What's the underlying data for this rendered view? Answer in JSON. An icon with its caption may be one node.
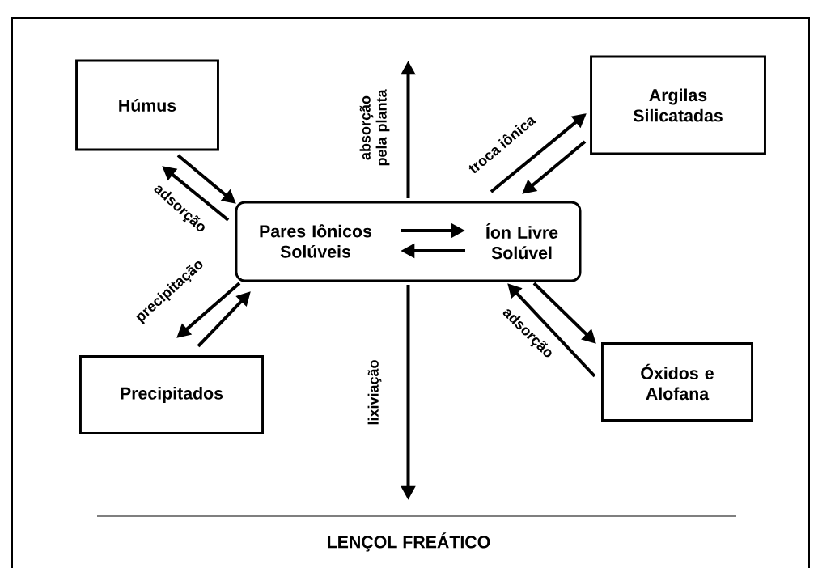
{
  "diagram": {
    "nodes": [
      {
        "text": [],
        "shape": "box"
      },
      {
        "text": [
          "Pares Iônicos Solúveis"
        ],
        "in": 0
      },
      {
        "text": [
          "Íon Livre Solúvel"
        ],
        "in": 0
      },
      {
        "text": [
          "Húmus"
        ]
      },
      {
        "text": [
          "Argilas Silicatadas"
        ]
      },
      {
        "text": [
          "Precipitados"
        ]
      },
      {
        "text": [
          "Óxidos e Alofana"
        ]
      }
    ],
    "edges": [
      {
        "from": 1,
        "to": 2,
        "arrow": "to"
      },
      {
        "from": 2,
        "to": 1,
        "arrow": "to"
      },
      {
        "from": 0,
        "to": 3,
        "arrow": "to",
        "label": "adsorção"
      },
      {
        "from": 3,
        "to": 0,
        "arrow": "to"
      },
      {
        "from": 0,
        "to": 4,
        "arrow": "to",
        "label": "troca iônica"
      },
      {
        "from": 4,
        "to": 0,
        "arrow": "to"
      },
      {
        "from": 0,
        "to": 5,
        "arrow": "to",
        "label": "precipitação"
      },
      {
        "from": 5,
        "to": 0,
        "arrow": "to"
      },
      {
        "from": 6,
        "to": 0,
        "arrow": "to",
        "label": "adsorção"
      },
      {
        "from": 0,
        "to": 6,
        "arrow": "to"
      },
      {
        "from": 0,
        "to": null,
        "arrow": "to",
        "label": "absorção pela planta"
      },
      {
        "from": 0,
        "to": null,
        "arrow": "to",
        "label": "lixiviação"
      }
    ],
    "labels": [
      "LENÇOL FREÁTICO"
    ]
  }
}
